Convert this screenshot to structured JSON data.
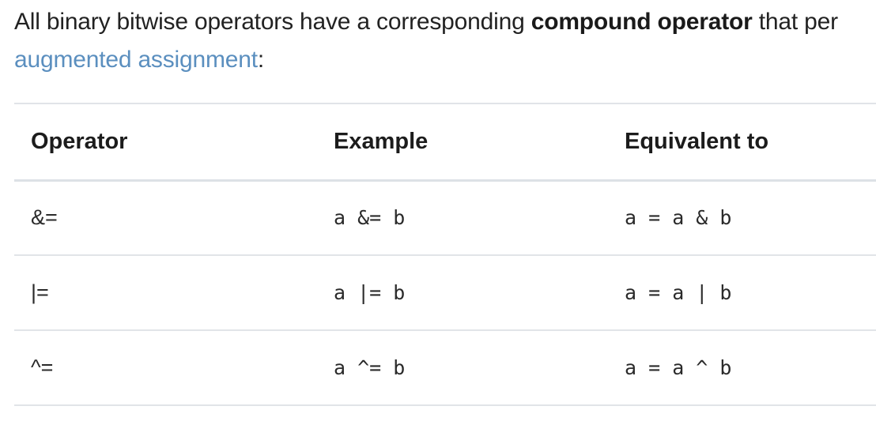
{
  "intro": {
    "text_before": "All binary bitwise operators have a corresponding ",
    "bold_text": "compound operator",
    "text_after": " that per",
    "link_text": "augmented assignment",
    "trailing": ":"
  },
  "table": {
    "headers": {
      "operator": "Operator",
      "example": "Example",
      "equivalent": "Equivalent to"
    },
    "rows": [
      {
        "operator": "&=",
        "example": "a &= b",
        "equivalent": "a = a & b"
      },
      {
        "operator": "|=",
        "example": "a |= b",
        "equivalent": "a = a | b"
      },
      {
        "operator": "^=",
        "example": "a ^= b",
        "equivalent": "a = a ^ b"
      }
    ]
  }
}
